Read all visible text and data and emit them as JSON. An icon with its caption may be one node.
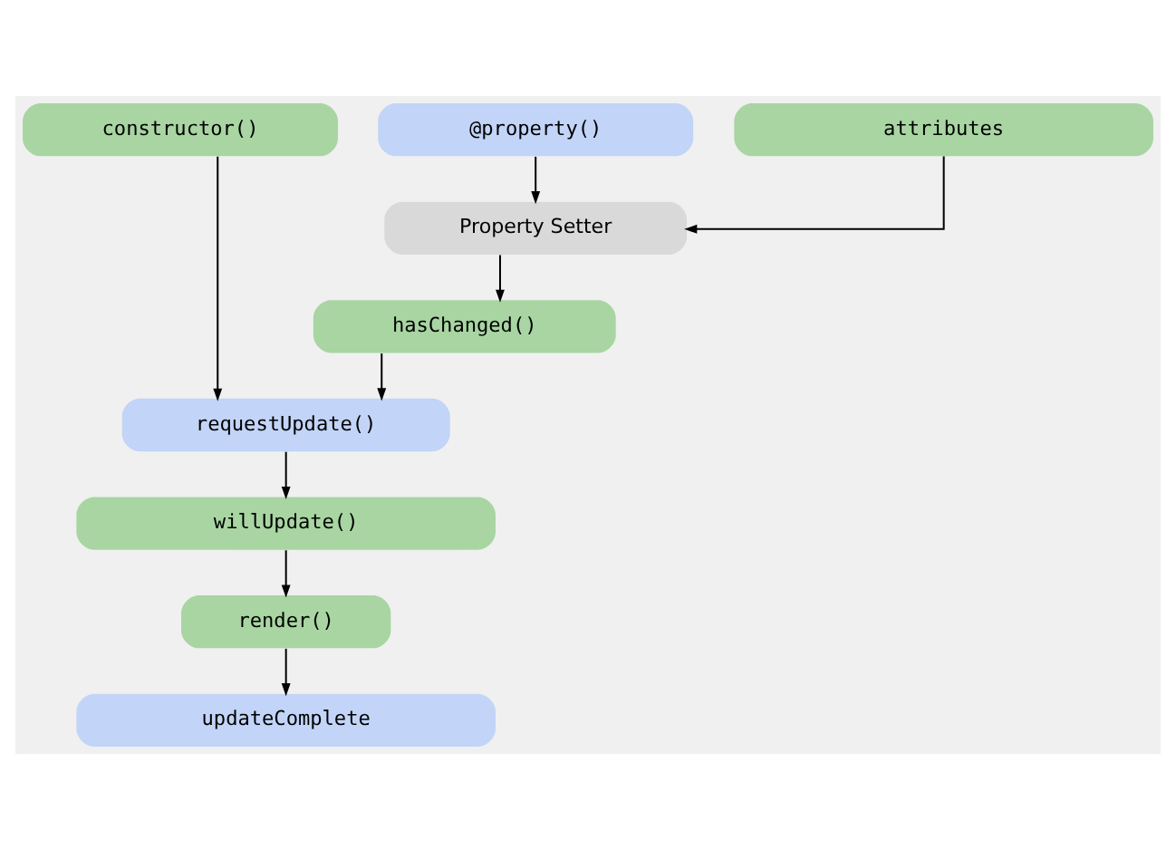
{
  "diagram": {
    "nodes": [
      {
        "text": [
          "constructor()"
        ]
      },
      {
        "text": [
          "@property()"
        ]
      },
      {
        "text": [
          "attributes"
        ]
      },
      {
        "text": [
          "Property Setter"
        ]
      },
      {
        "text": [
          "hasChanged()"
        ]
      },
      {
        "text": [
          "requestUpdate()"
        ]
      },
      {
        "text": [
          "willUpdate()"
        ]
      },
      {
        "text": [
          "render()"
        ]
      },
      {
        "text": [
          "updateComplete"
        ]
      }
    ],
    "edges": [
      {
        "from": 1,
        "to": 3,
        "arrow": "to"
      },
      {
        "from": 2,
        "to": 3,
        "arrow": "to"
      },
      {
        "from": 3,
        "to": 4,
        "arrow": "to"
      },
      {
        "from": 0,
        "to": 5,
        "arrow": "to"
      },
      {
        "from": 4,
        "to": 5,
        "arrow": "to"
      },
      {
        "from": 5,
        "to": 6,
        "arrow": "to"
      },
      {
        "from": 6,
        "to": 7,
        "arrow": "to"
      },
      {
        "from": 7,
        "to": 8,
        "arrow": "to"
      }
    ]
  }
}
